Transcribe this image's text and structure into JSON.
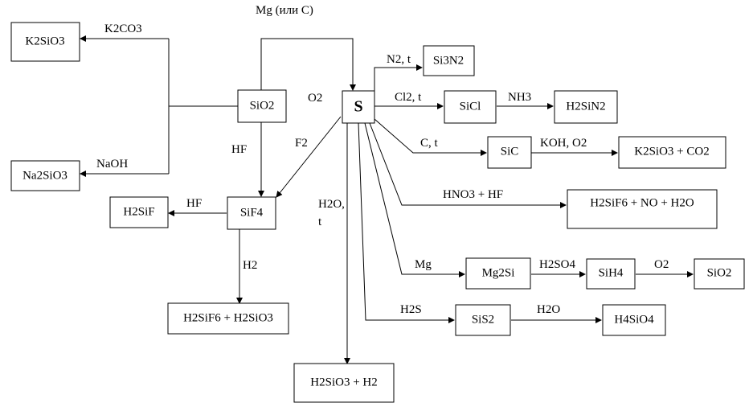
{
  "boxes": {
    "k2sio3": "K2SiO3",
    "na2sio3": "Na2SiO3",
    "sio2_left": "SiO2",
    "s_center": "S",
    "h2sif": "H2SiF",
    "sif4": "SiF4",
    "h2sif6_h2sio3": "H2SiF6 + H2SiO3",
    "h2sio3_h2": "H2SiO3 + H2",
    "si3n2": "Si3N2",
    "sicl": "SiCl",
    "h2sin2": "H2SiN2",
    "sic": "SiC",
    "k2sio3_co2": "K2SiO3 + CO2",
    "h2sif6_no_h2o": "H2SiF6 + NO + H2O",
    "mg2si": "Mg2Si",
    "sih4": "SiH4",
    "sio2_right": "SiO2",
    "sis2": "SiS2",
    "h4sio4": "H4SiO4"
  },
  "labels": {
    "mg_or_c": "Mg (или C)",
    "k2co3": "K2CO3",
    "naoh": "NaOH",
    "o2_top": "O2",
    "hf_vertical": "HF",
    "f2": "F2",
    "hf_left": "HF",
    "h2o_line1": "H2O,",
    "h2o_line2": "t",
    "h2_partial": "H2",
    "n2t": "N2, t",
    "cl2t": "Cl2, t",
    "nh3": "NH3",
    "ct": "C, t",
    "koh_o2": "KOH, O2",
    "hno3_hf": "HNO3 + HF",
    "mg": "Mg",
    "h2so4": "H2SO4",
    "o2_right": "O2",
    "h2s": "H2S",
    "h2o_right": "H2O"
  }
}
